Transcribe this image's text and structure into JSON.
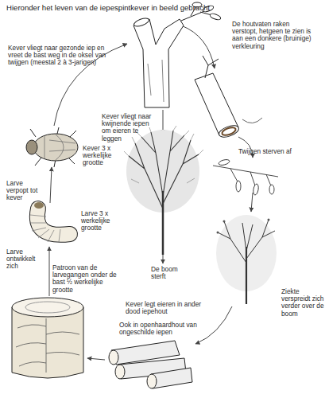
{
  "diagram": {
    "title": "Hieronder het leven van de iepespintkever in beeld gebracht",
    "labels": [
      "Kever vliegt naar gezonde iep en vreet de bast weg in de oksel van twijgen (meestal 2 à 3-jarigen)",
      "De houtvaten raken verstopt, hetgeen te zien is aan een donkere (bruinige) verkleuring",
      "Kever vliegt naar kwijnende iepen om eieren te leggen",
      "Kever 3 x werkelijke grootte",
      "Twijgen sterven af",
      "Larve verpopt tot kever",
      "Larve 3 x werkelijke grootte",
      "Larve ontwikkelt zich",
      "Patroon van de larvegangen onder de bast ½ werkelijke grootte",
      "De boom sterft",
      "Ziekte verspreidt zich verder over de boom",
      "Kever legt eieren in ander dood iepehout",
      "Ook in openhaardhout van ongeschilde iepen"
    ]
  }
}
